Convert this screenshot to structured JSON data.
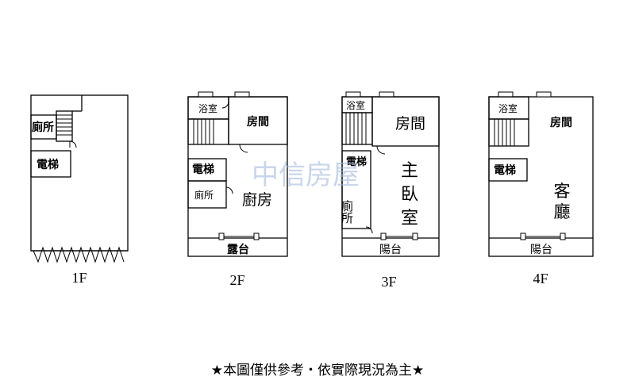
{
  "floors": [
    {
      "floor_label": "1F",
      "rooms": {
        "toilet": "廁所",
        "elevator": "電梯"
      }
    },
    {
      "floor_label": "2F",
      "rooms": {
        "bathroom": "浴室",
        "bedroom": "房間",
        "elevator": "電梯",
        "toilet": "廁所",
        "kitchen": "廚房",
        "terrace": "露台"
      }
    },
    {
      "floor_label": "3F",
      "rooms": {
        "bathroom": "浴室",
        "bedroom": "房間",
        "elevator": "電梯",
        "toilet": "廁所",
        "master_bedroom_1": "主",
        "master_bedroom_2": "臥",
        "master_bedroom_3": "室",
        "balcony": "陽台"
      }
    },
    {
      "floor_label": "4F",
      "rooms": {
        "bathroom": "浴室",
        "bedroom": "房間",
        "elevator": "電梯",
        "living_room_1": "客",
        "living_room_2": "廳",
        "balcony": "陽台"
      }
    }
  ],
  "watermark": "中信房屋",
  "footer_note": "★本圖僅供參考・依實際現況為主★"
}
